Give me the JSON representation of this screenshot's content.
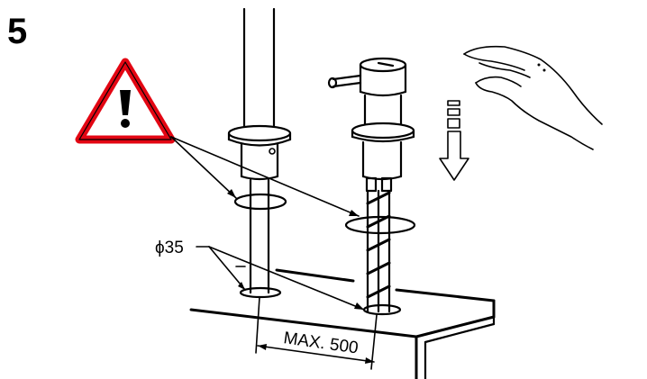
{
  "step": {
    "number": "5"
  },
  "dimensions": {
    "diameter_label": "ϕ35",
    "spacing_label": "MAX. 500"
  },
  "icons": {
    "warning": "warning-triangle-icon",
    "push_down": "push-down-arrow-icon",
    "hand": "hand-icon"
  },
  "colors": {
    "warning_border": "#e30613",
    "line": "#000000"
  }
}
